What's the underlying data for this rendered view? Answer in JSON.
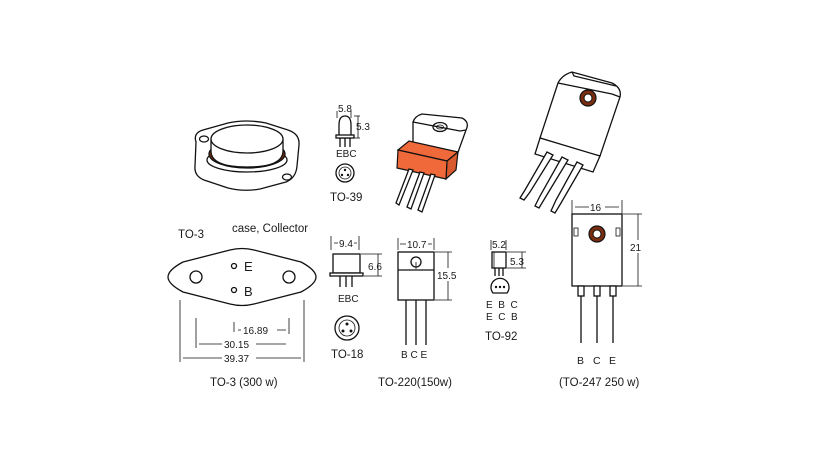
{
  "packages": {
    "to3": {
      "title": "TO-3",
      "case_note": "case, Collector",
      "pin_e": "E",
      "pin_b": "B",
      "dim_inner": "16.89",
      "dim_mid": "30.15",
      "dim_outer": "39.37",
      "caption": "TO-3 (300 w)"
    },
    "to39": {
      "dim_w": "5.8",
      "dim_h": "5.3",
      "pins": "EBC",
      "caption": "TO-39"
    },
    "to18": {
      "dim_w": "9.4",
      "dim_h": "6.6",
      "pins": "EBC",
      "caption": "TO-18"
    },
    "to220": {
      "dim_w": "10.7",
      "dim_h": "15.5",
      "pins": "B C E",
      "caption": "TO-220(150w)"
    },
    "to92": {
      "dim_w": "5.2",
      "dim_h": "5.3",
      "pins_row1": "E  B  C",
      "pins_row2": "E  C  B",
      "caption": "TO-92"
    },
    "to247": {
      "dim_w": "16",
      "dim_h": "21",
      "pin_b": "B",
      "pin_c": "C",
      "pin_e": "E",
      "caption": "(TO-247 250 w)"
    }
  },
  "colors": {
    "accent_orange": "#f0693a",
    "ring_brown": "#7a2e10",
    "line": "#111111"
  }
}
